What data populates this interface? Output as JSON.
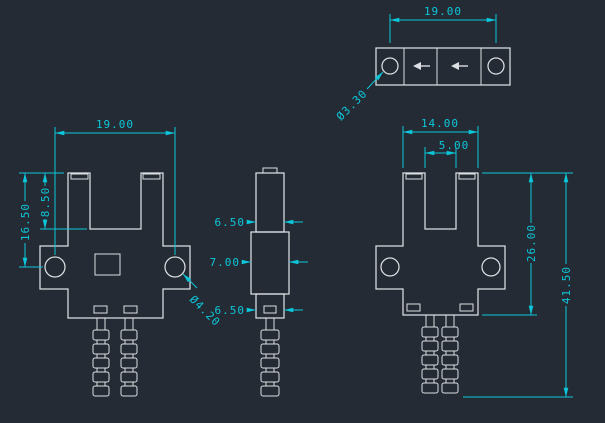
{
  "drawing": {
    "front_view": {
      "width": "19.00",
      "height_to_hole": "16.50",
      "slot_depth": "8.50",
      "hole_dia": "Ø4.20"
    },
    "side_view": {
      "top_width": "6.50",
      "mid_width": "7.00",
      "bottom_width": "6.50"
    },
    "right_view": {
      "body_width": "14.00",
      "slot_width": "5.00",
      "body_height": "26.00",
      "total_height": "41.50"
    },
    "top_view": {
      "hole_spacing": "19.00",
      "hole_dia": "Ø3.30"
    }
  },
  "colors": {
    "background": "#252b34",
    "outline": "#dcdfe3",
    "dimension": "#0cc7da"
  }
}
